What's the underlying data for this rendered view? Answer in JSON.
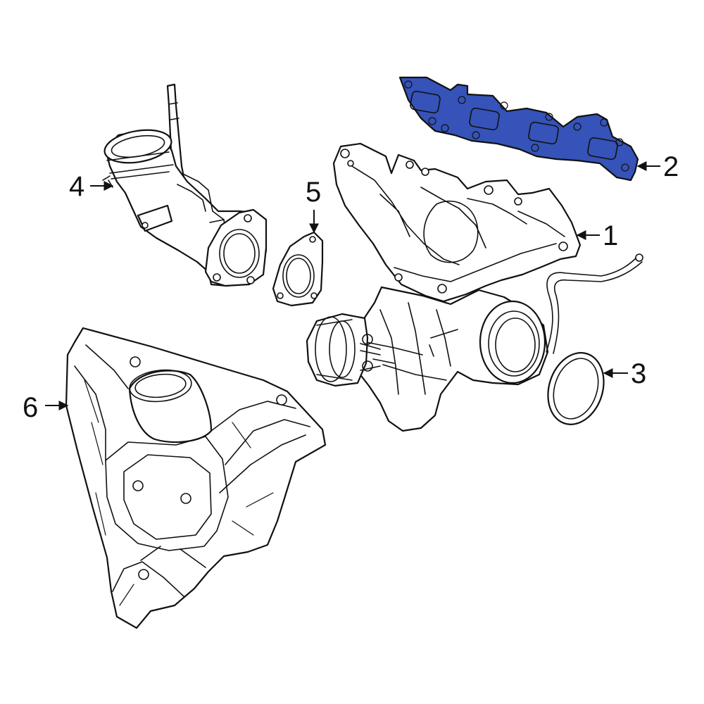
{
  "highlight_color": "#3553B8",
  "callouts": {
    "c1": "1",
    "c2": "2",
    "c3": "3",
    "c4": "4",
    "c5": "5",
    "c6": "6"
  }
}
